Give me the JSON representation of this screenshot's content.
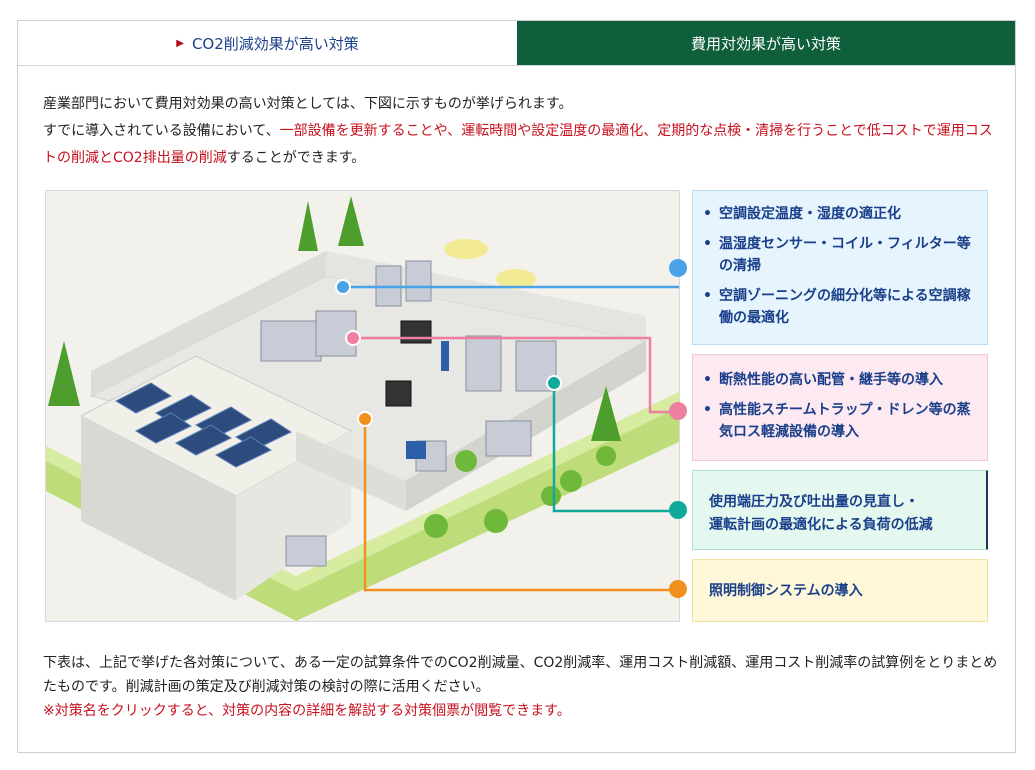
{
  "tabs": {
    "co2": "CO2削減効果が高い対策",
    "cost": "費用対効果が高い対策"
  },
  "intro": {
    "line1": "産業部門において費用対効果の高い対策としては、下図に示すものが挙げられます。",
    "p2_a": "すでに導入されている設備において、",
    "p2_red1": "一部設備を更新することや、運転時間や設定温度の最適化、定期的な点検・清掃を行うことで低コストで運用コストの削減とCO2排出量の削減",
    "p2_b": "することができます。"
  },
  "boxes": {
    "blue": [
      "空調設定温度・湿度の適正化",
      "温湿度センサー・コイル・フィルター等の清掃",
      "空調ゾーニングの細分化等による空調稼働の最適化"
    ],
    "pink": [
      "断熱性能の高い配管・継手等の導入",
      "高性能スチームトラップ・ドレン等の蒸気ロス軽減設備の導入"
    ],
    "green_l1": "使用端圧力及び吐出量の見直し・",
    "green_l2": "運転計画の最適化による負荷の低減",
    "yellow": "照明制御システムの導入"
  },
  "outro": {
    "line1": "下表は、上記で挙げた各対策について、ある一定の試算条件でのCO2削減量、CO2削減率、運用コスト削減額、運用コスト削減率の試算例をとりまとめたものです。削減計画の策定及び削減対策の検討の際に活用ください。",
    "note": "※対策名をクリックすると、対策の内容の詳細を解説する対策個票が閲覧できます。"
  },
  "colors": {
    "active_tab": "#0f5f3c",
    "accent_red": "#c8101e",
    "link_blue": "#1a3f8a",
    "line_blue": "#4aa3e8",
    "line_pink": "#ef7fa0",
    "line_teal": "#10a99a",
    "line_orange": "#f2901e"
  }
}
